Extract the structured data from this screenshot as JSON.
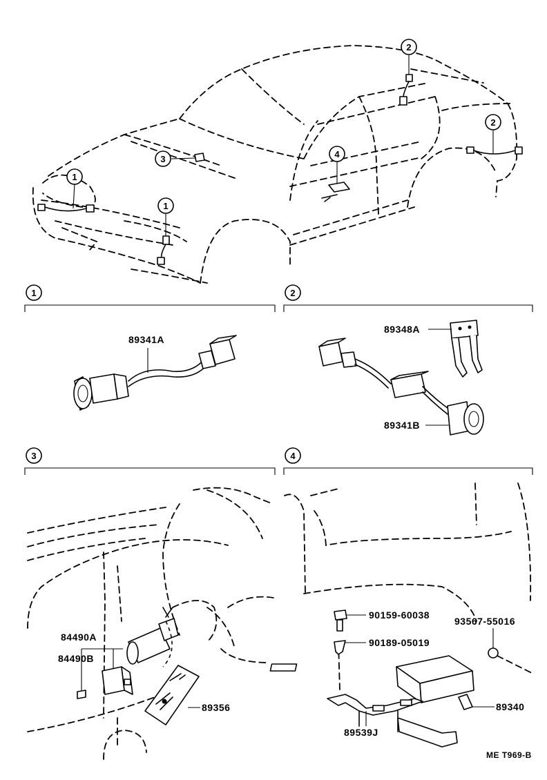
{
  "callouts": {
    "top_front_left": "1",
    "top_front_bumper": "1",
    "top_hood": "3",
    "top_center": "4",
    "top_rear_pillar": "2",
    "top_rear_right": "2",
    "section_1": "1",
    "section_2": "2",
    "section_3": "3",
    "section_4": "4"
  },
  "parts": {
    "p89341A": "89341A",
    "p89348A": "89348A",
    "p89341B": "89341B",
    "p84490A": "84490A",
    "p84490B": "84490B",
    "p89356": "89356",
    "p90159": "90159-60038",
    "p90189": "90189-05019",
    "p93567": "93567-55016",
    "p89340": "89340",
    "p89539J": "89539J"
  },
  "figure_code": "ME T969-B"
}
